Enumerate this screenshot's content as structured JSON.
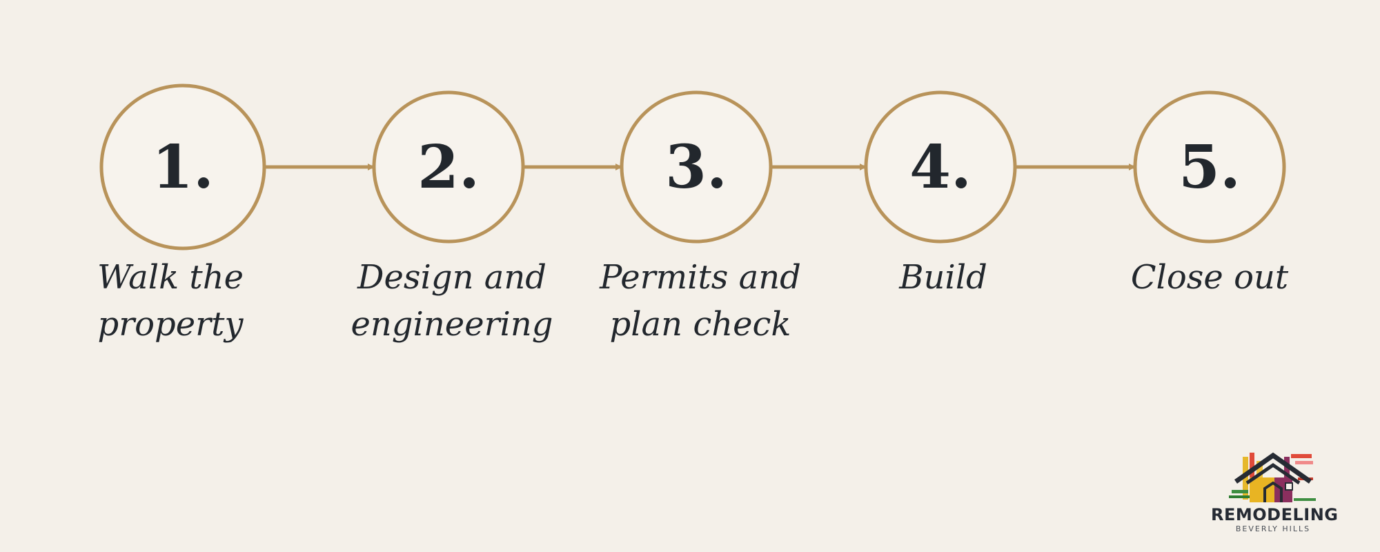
{
  "steps": [
    {
      "number": "1.",
      "label_lines": [
        "Walk the",
        "property"
      ]
    },
    {
      "number": "2.",
      "label_lines": [
        "Design and",
        "engineering"
      ]
    },
    {
      "number": "3.",
      "label_lines": [
        "Permits and",
        "plan check"
      ]
    },
    {
      "number": "4.",
      "label_lines": [
        "Build"
      ]
    },
    {
      "number": "5.",
      "label_lines": [
        "Close out"
      ]
    }
  ],
  "colors": {
    "background": "#f4f0e9",
    "accent": "#b8935a",
    "text": "#22272d",
    "circle_fill": "#f7f3ed"
  },
  "logo": {
    "wordmark": "REMODELING",
    "subtitle": "BEVERLY HILLS",
    "icon": "house-icon"
  }
}
